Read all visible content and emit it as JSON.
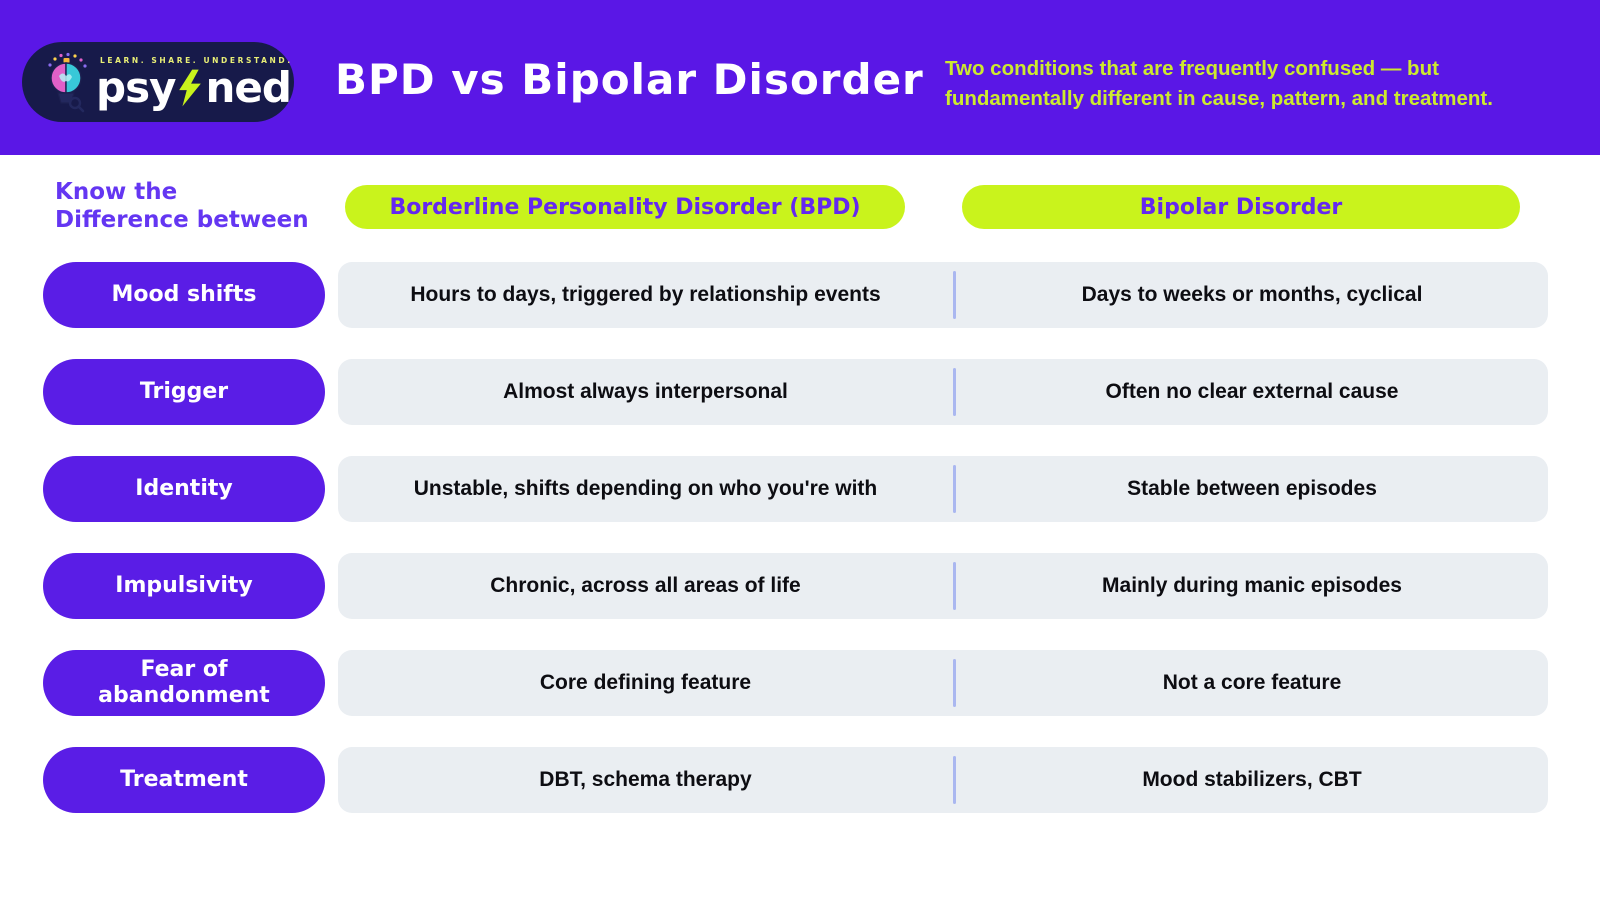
{
  "header": {
    "logo": {
      "tagline": "LEARN. SHARE. UNDERSTAND.",
      "word_left": "psy",
      "word_right": "ned",
      "bolt_icon": "lightning-bolt",
      "brain_icon": "brain-balloon"
    },
    "title": "BPD vs Bipolar Disorder",
    "subtitle": "Two conditions that are frequently confused — but fundamentally different in cause, pattern, and treatment."
  },
  "intro": {
    "line1": "Know the",
    "line2": "Difference between"
  },
  "columns": {
    "bpd": "Borderline Personality Disorder (BPD)",
    "bipolar": "Bipolar Disorder"
  },
  "rows": [
    {
      "label": "Mood shifts",
      "bpd": "Hours to days, triggered by relationship events",
      "bipolar": "Days to weeks or months, cyclical"
    },
    {
      "label": "Trigger",
      "bpd": "Almost always interpersonal",
      "bipolar": "Often no clear external cause"
    },
    {
      "label": "Identity",
      "bpd": "Unstable, shifts depending on who you're with",
      "bipolar": "Stable between episodes"
    },
    {
      "label": "Impulsivity",
      "bpd": "Chronic, across all areas of life",
      "bipolar": "Mainly during manic episodes"
    },
    {
      "label": "Fear of abandonment",
      "bpd": "Core defining feature",
      "bipolar": "Not a core feature"
    },
    {
      "label": "Treatment",
      "bpd": "DBT, schema therapy",
      "bipolar": "Mood stabilizers, CBT"
    }
  ],
  "colors": {
    "header_purple": "#5a17e6",
    "pill_purple": "#5a1de6",
    "accent_lime": "#c9f31c",
    "row_gray": "#eaeef2",
    "divider_periwinkle": "#aab7f0",
    "intro_purple": "#6436f2",
    "subtitle_lime": "#cdea2e",
    "logo_navy": "#171a4a"
  }
}
